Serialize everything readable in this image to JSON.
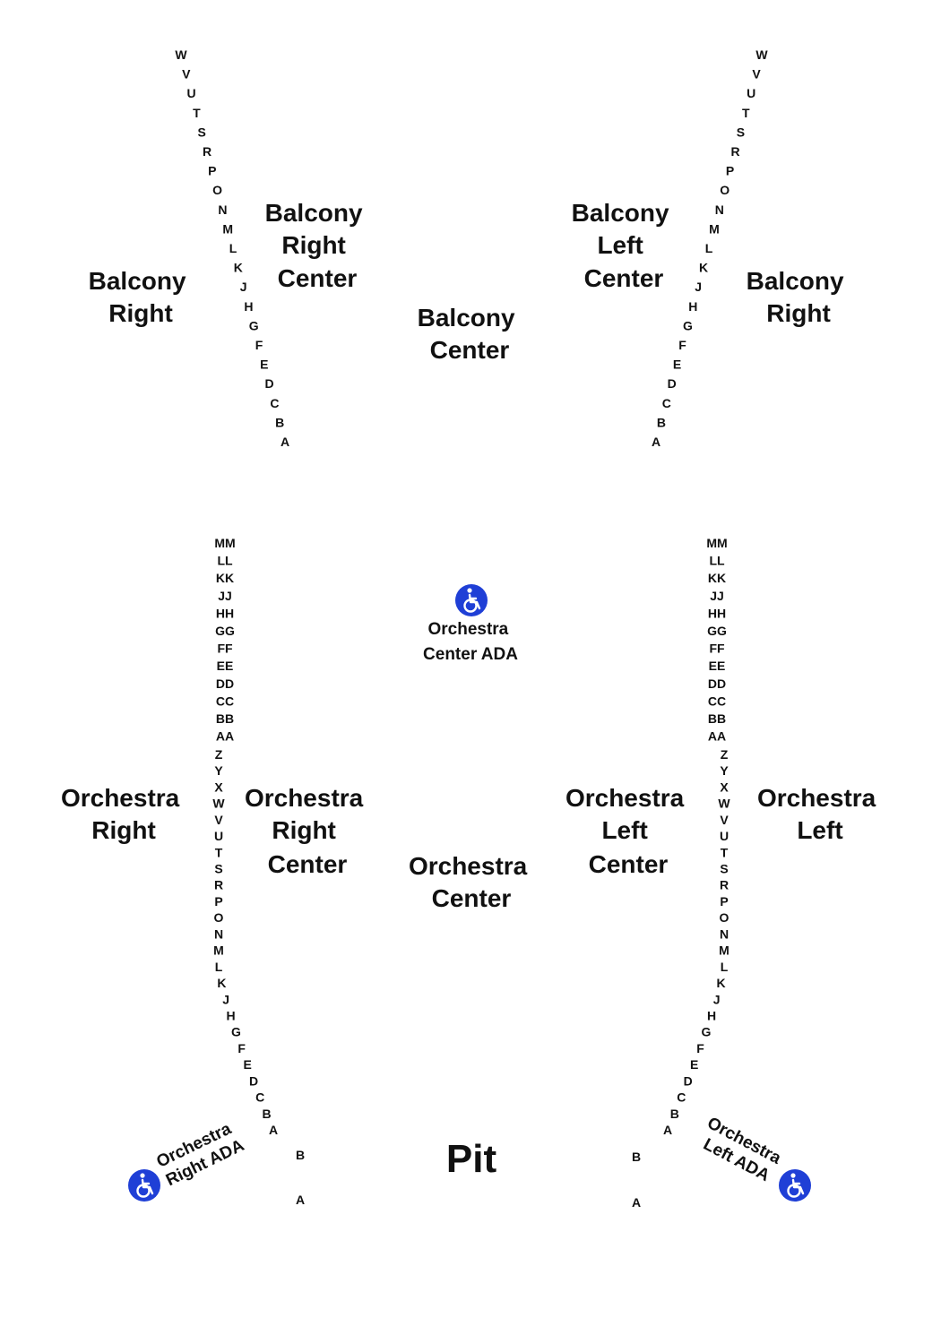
{
  "colors": {
    "ada_badge": "#1f3fd6",
    "text": "#111111"
  },
  "sections": {
    "balcony_right_outer": [
      "Balcony",
      "Right"
    ],
    "balcony_right_center": [
      "Balcony",
      "Right",
      "Center"
    ],
    "balcony_center": [
      "Balcony",
      "Center"
    ],
    "balcony_left_center": [
      "Balcony",
      "Left",
      "Center"
    ],
    "balcony_right_far": [
      "Balcony",
      "Right"
    ],
    "orchestra_right": [
      "Orchestra",
      "Right"
    ],
    "orchestra_right_center": [
      "Orchestra",
      "Right",
      "Center"
    ],
    "orchestra_center": [
      "Orchestra",
      "Center"
    ],
    "orchestra_left_center": [
      "Orchestra",
      "Left",
      "Center"
    ],
    "orchestra_left": [
      "Orchestra",
      "Left"
    ],
    "pit": "Pit"
  },
  "ada": {
    "center": {
      "lines": [
        "Orchestra",
        "Center ADA"
      ],
      "icon": "wheelchair-icon"
    },
    "right": {
      "lines": [
        "Orchestra",
        "Right ADA"
      ],
      "icon": "wheelchair-icon"
    },
    "left": {
      "lines": [
        "Orchestra",
        "Left ADA"
      ],
      "icon": "wheelchair-icon"
    }
  },
  "rows": {
    "balcony": [
      "W",
      "V",
      "U",
      "T",
      "S",
      "R",
      "P",
      "O",
      "N",
      "M",
      "L",
      "K",
      "J",
      "H",
      "G",
      "F",
      "E",
      "D",
      "C",
      "B",
      "A"
    ],
    "orchestra_upper": [
      "MM",
      "LL",
      "KK",
      "JJ",
      "HH",
      "GG",
      "FF",
      "EE",
      "DD",
      "CC",
      "BB",
      "AA"
    ],
    "orchestra_lower": [
      "Z",
      "Y",
      "X",
      "W",
      "V",
      "U",
      "T",
      "S",
      "R",
      "P",
      "O",
      "N",
      "M",
      "L",
      "K",
      "J",
      "H",
      "G",
      "F",
      "E",
      "D",
      "C",
      "B",
      "A"
    ],
    "pit": [
      "B",
      "A"
    ]
  }
}
